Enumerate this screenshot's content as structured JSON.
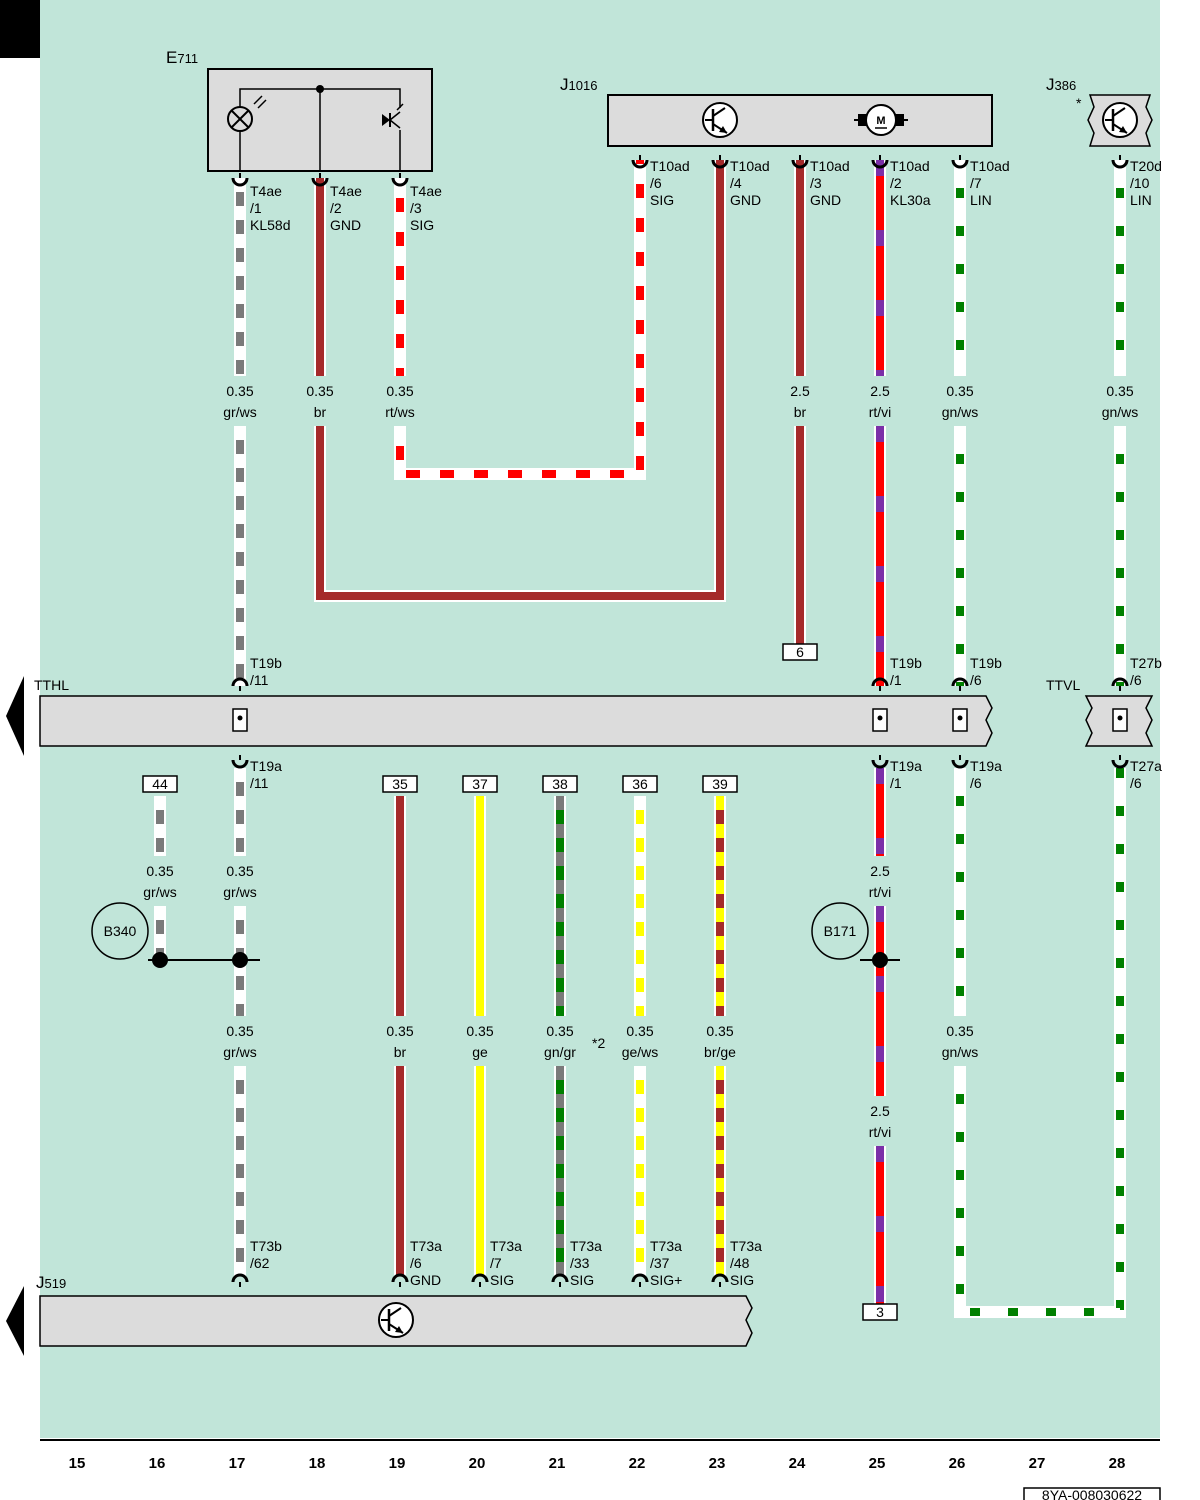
{
  "page": {
    "ref": "8YA-008030622",
    "note_star2": "*2",
    "note_star": "*"
  },
  "columns": [
    "15",
    "16",
    "17",
    "18",
    "19",
    "20",
    "21",
    "22",
    "23",
    "24",
    "25",
    "26",
    "27",
    "28"
  ],
  "components": {
    "E711": {
      "main": "E",
      "sub": "711"
    },
    "J1016": {
      "main": "J",
      "sub": "1016"
    },
    "J386": {
      "main": "J",
      "sub": "386"
    },
    "J519": {
      "main": "J",
      "sub": "519"
    },
    "TTHL": {
      "main": "TTHL"
    },
    "TTVL": {
      "main": "TTVL"
    },
    "B340": {
      "main": "B340"
    },
    "B171": {
      "main": "B171"
    }
  },
  "pins": [
    {
      "id": "e711_1",
      "lines": [
        "T4ae",
        "/1",
        "KL58d"
      ]
    },
    {
      "id": "e711_2",
      "lines": [
        "T4ae",
        "/2",
        "GND"
      ]
    },
    {
      "id": "e711_3",
      "lines": [
        "T4ae",
        "/3",
        "SIG"
      ]
    },
    {
      "id": "j1016_6",
      "lines": [
        "T10ad",
        "/6",
        "SIG"
      ]
    },
    {
      "id": "j1016_4",
      "lines": [
        "T10ad",
        "/4",
        "GND"
      ]
    },
    {
      "id": "j1016_3",
      "lines": [
        "T10ad",
        "/3",
        "GND"
      ]
    },
    {
      "id": "j1016_2",
      "lines": [
        "T10ad",
        "/2",
        "KL30a"
      ]
    },
    {
      "id": "j1016_7",
      "lines": [
        "T10ad",
        "/7",
        "LIN"
      ]
    },
    {
      "id": "j386_10",
      "lines": [
        "T20d",
        "/10",
        "LIN"
      ]
    },
    {
      "id": "t19b_11",
      "lines": [
        "T19b",
        "/11"
      ]
    },
    {
      "id": "t19b_1",
      "lines": [
        "T19b",
        "/1"
      ]
    },
    {
      "id": "t19b_6",
      "lines": [
        "T19b",
        "/6"
      ]
    },
    {
      "id": "t27b_6",
      "lines": [
        "T27b",
        "/6"
      ]
    },
    {
      "id": "t19a_11",
      "lines": [
        "T19a",
        "/11"
      ]
    },
    {
      "id": "t19a_1",
      "lines": [
        "T19a",
        "/1"
      ]
    },
    {
      "id": "t19a_6",
      "lines": [
        "T19a",
        "/6"
      ]
    },
    {
      "id": "t27a_6",
      "lines": [
        "T27a",
        "/6"
      ]
    },
    {
      "id": "t73b_62",
      "lines": [
        "T73b",
        "/62"
      ]
    },
    {
      "id": "t73a_6",
      "lines": [
        "T73a",
        "/6",
        "GND"
      ]
    },
    {
      "id": "t73a_7",
      "lines": [
        "T73a",
        "/7",
        "SIG"
      ]
    },
    {
      "id": "t73a_33",
      "lines": [
        "T73a",
        "/33",
        "SIG"
      ]
    },
    {
      "id": "t73a_37",
      "lines": [
        "T73a",
        "/37",
        "SIG+"
      ]
    },
    {
      "id": "t73a_48",
      "lines": [
        "T73a",
        "/48",
        "SIG"
      ]
    }
  ],
  "wire_labels": [
    {
      "id": "w17a",
      "size": "0.35",
      "color": "gr/ws"
    },
    {
      "id": "w18",
      "size": "0.35",
      "color": "br"
    },
    {
      "id": "w19a",
      "size": "0.35",
      "color": "rt/ws"
    },
    {
      "id": "w24",
      "size": "2.5",
      "color": "br"
    },
    {
      "id": "w25a",
      "size": "2.5",
      "color": "rt/vi"
    },
    {
      "id": "w26a",
      "size": "0.35",
      "color": "gn/ws"
    },
    {
      "id": "w28a",
      "size": "0.35",
      "color": "gn/ws"
    },
    {
      "id": "w16",
      "size": "0.35",
      "color": "gr/ws"
    },
    {
      "id": "w17b",
      "size": "0.35",
      "color": "gr/ws"
    },
    {
      "id": "w25b",
      "size": "2.5",
      "color": "rt/vi"
    },
    {
      "id": "w17c",
      "size": "0.35",
      "color": "gr/ws"
    },
    {
      "id": "w19b",
      "size": "0.35",
      "color": "br"
    },
    {
      "id": "w20",
      "size": "0.35",
      "color": "ge"
    },
    {
      "id": "w21",
      "size": "0.35",
      "color": "gn/gr"
    },
    {
      "id": "w22",
      "size": "0.35",
      "color": "ge/ws"
    },
    {
      "id": "w23",
      "size": "0.35",
      "color": "br/ge"
    },
    {
      "id": "w26b",
      "size": "0.35",
      "color": "gn/ws"
    },
    {
      "id": "w25c",
      "size": "2.5",
      "color": "rt/vi"
    }
  ],
  "refs": [
    {
      "id": "r24",
      "text": "6"
    },
    {
      "id": "r25",
      "text": "3"
    },
    {
      "id": "r16",
      "text": "44"
    },
    {
      "id": "r19",
      "text": "35"
    },
    {
      "id": "r20",
      "text": "37"
    },
    {
      "id": "r21",
      "text": "38"
    },
    {
      "id": "r22",
      "text": "36"
    },
    {
      "id": "r23",
      "text": "39"
    }
  ],
  "colors": {
    "background": "#c1e5d9",
    "housing": "#dcdcdc",
    "wire_gr": "#7a7a7a",
    "wire_ws": "#ffffff",
    "wire_br": "#a52a2a",
    "wire_rt": "#ff0000",
    "wire_vi": "#7b2fa8",
    "wire_gn": "#008000",
    "wire_ge": "#ffff00"
  },
  "icons": [
    "lamp-icon",
    "light-sensor-icon",
    "transistor-icon",
    "motor-icon",
    "connector-pin-icon",
    "page-arrow-icon"
  ]
}
